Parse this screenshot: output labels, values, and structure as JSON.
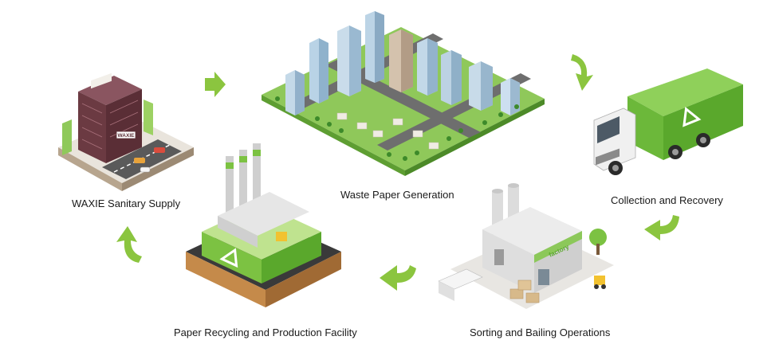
{
  "steps": [
    {
      "id": "waxie",
      "label": "WAXIE Sanitary Supply",
      "sign": "WAXIE",
      "icon": "office-building-icon"
    },
    {
      "id": "generation",
      "label": "Waste Paper Generation",
      "icon": "city-icon"
    },
    {
      "id": "collection",
      "label": "Collection and Recovery",
      "icon": "garbage-truck-icon"
    },
    {
      "id": "sorting",
      "label": "Sorting and Bailing Operations",
      "sign": "factory",
      "icon": "factory-icon"
    },
    {
      "id": "recycling",
      "label": "Paper Recycling and Production Facility",
      "icon": "recycling-plant-icon"
    }
  ],
  "colors": {
    "arrow": "#8bc53f",
    "green": "#7cc242",
    "darkgreen": "#4e9a2a",
    "brick": "#6b3a3a"
  }
}
